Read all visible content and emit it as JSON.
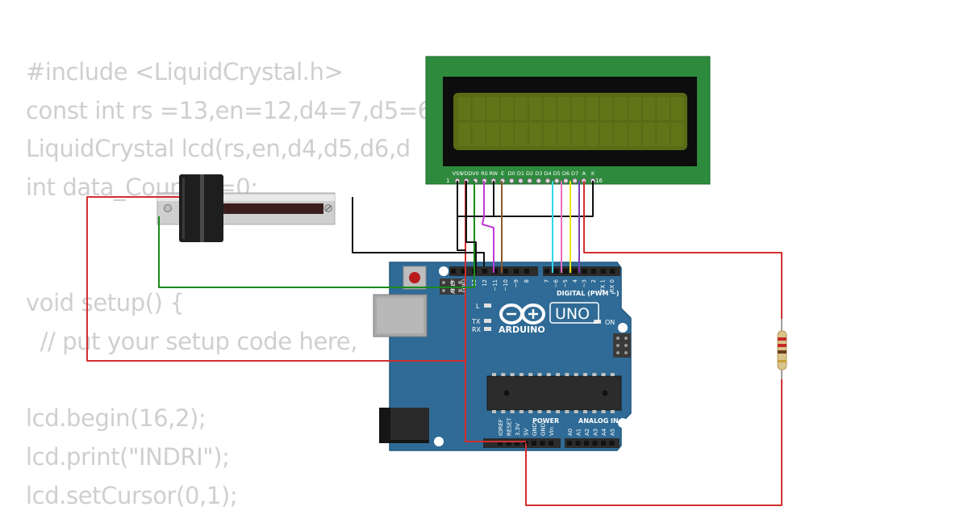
{
  "code_lines": [
    "#include <LiquidCrystal.h>",
    "const int rs =13,en=12,d4=7,d5=6",
    "LiquidCrystal lcd(rs,en,d4,d5,d6,d",
    "int data_Counter=0;",
    "",
    "",
    "void setup() {",
    "  // put your setup code here,",
    "",
    "lcd.begin(16,2);",
    "lcd.print(\"INDRI\");",
    "lcd.setCursor(0,1);"
  ],
  "lcd": {
    "pin_labels": [
      "VSS",
      "VDD",
      "V0",
      "RS",
      "RW",
      "E",
      "D0",
      "D1",
      "D2",
      "D3",
      "D4",
      "D5",
      "D6",
      "D7",
      "A",
      "K"
    ],
    "first_pin": "1",
    "last_pin": "16",
    "screen_color": "#5a6b16",
    "board_color": "#2e7d32"
  },
  "arduino": {
    "brand": "ARDUINO",
    "model": "UNO",
    "digital_label": "DIGITAL (PWM ~)",
    "digital_pins": [
      "AREF",
      "GND",
      "13",
      "12",
      "~11",
      "~10",
      "~9",
      "8",
      "7",
      "~6",
      "~5",
      "4",
      "~3",
      "2",
      "TX 1",
      "RX 0"
    ],
    "power_label": "POWER",
    "power_pins": [
      "IOREF",
      "RESET",
      "3.3V",
      "5V",
      "GND",
      "GND",
      "Vin"
    ],
    "analog_label": "ANALOG IN",
    "analog_pins": [
      "A0",
      "A1",
      "A2",
      "A3",
      "A4",
      "A5"
    ],
    "led_labels": {
      "l": "L",
      "tx": "TX",
      "rx": "RX",
      "on": "ON"
    },
    "board_color": "#2f6b96"
  },
  "wire_colors": {
    "red": "#d32f2f",
    "black": "#111111",
    "green": "#1b8a1b",
    "magenta": "#c03ad6",
    "brown": "#8b5a2b",
    "cyan": "#33d6e8",
    "pink": "#e86fc0",
    "yellow": "#f2e600",
    "purple": "#7a3fb5"
  }
}
